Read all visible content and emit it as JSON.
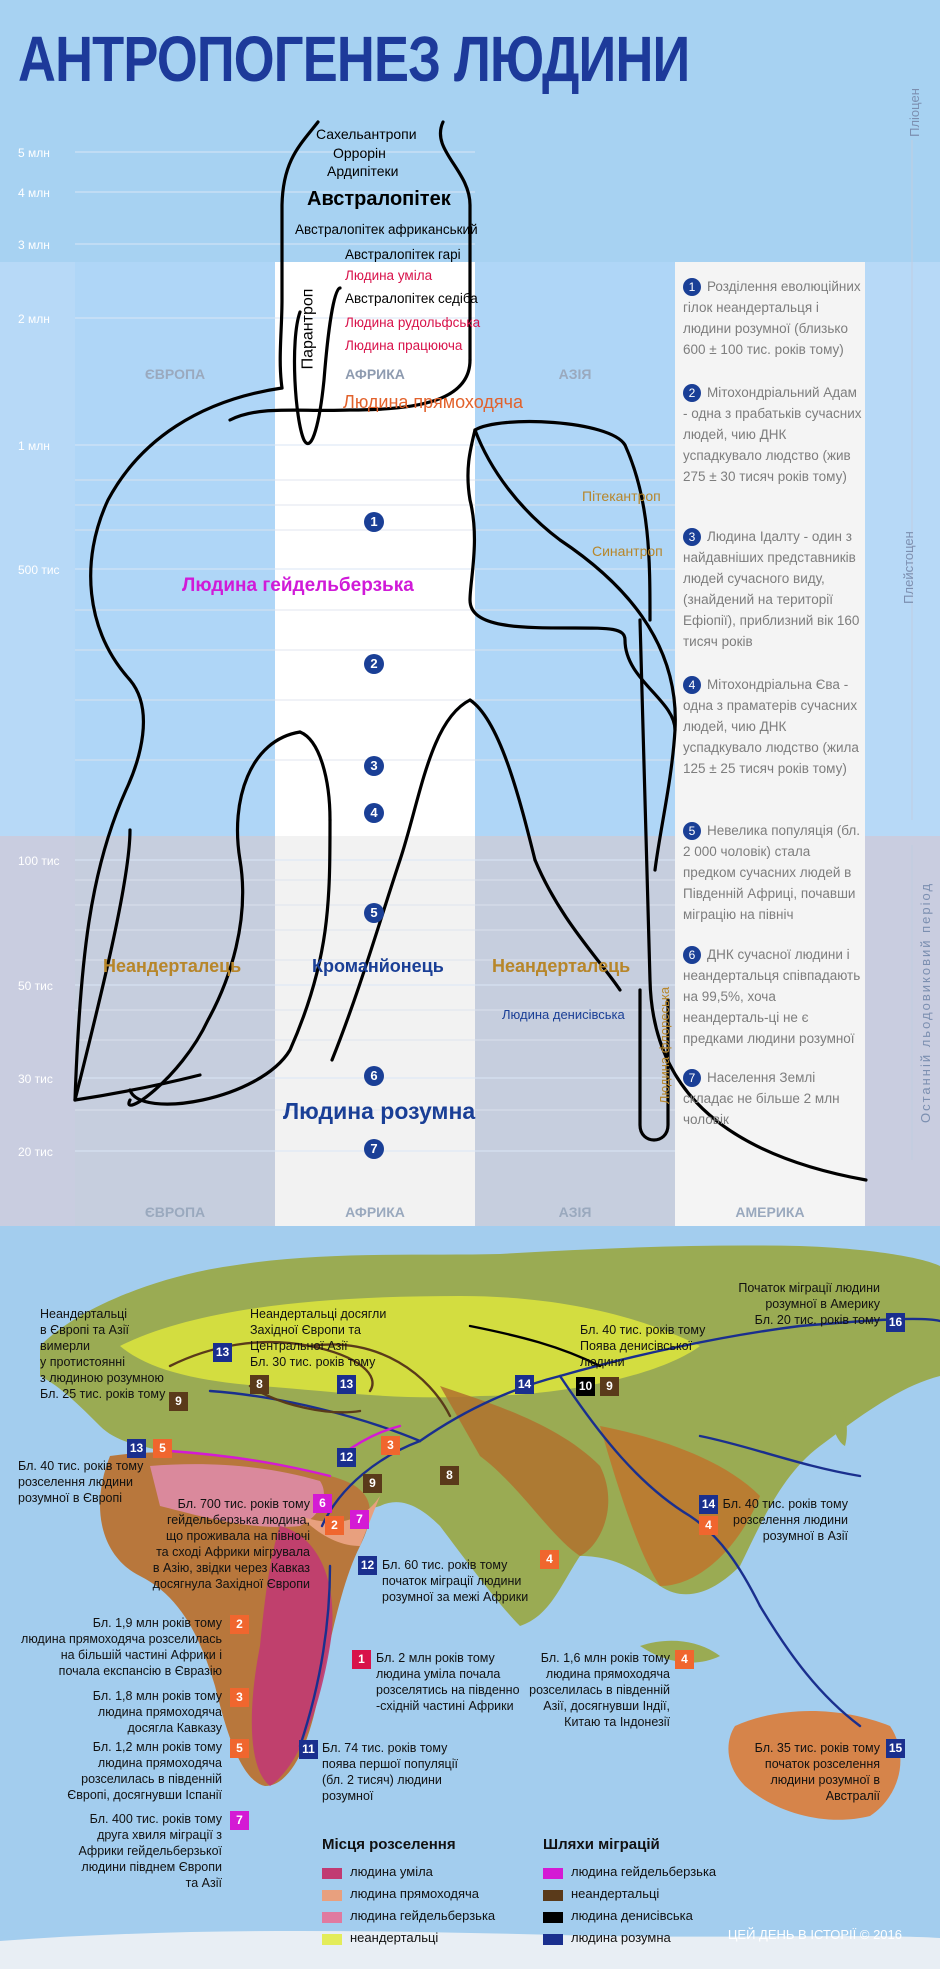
{
  "title": "АНТРОПОГЕНЕЗ ЛЮДИНИ",
  "eras": {
    "pliocene": "Пліоцен",
    "pleistocene": "Плейстоцен",
    "ice_age": "Останній льодовиковий період"
  },
  "timeline_ticks": [
    "5 млн",
    "4 млн",
    "3 млн",
    "2 млн",
    "1 млн",
    "500 тис",
    "100 тис",
    "50 тис",
    "30 тис",
    "20 тис"
  ],
  "regions": {
    "europe": "ЄВРОПА",
    "africa": "АФРИКА",
    "asia": "АЗІЯ",
    "america": "АМЕРИКА"
  },
  "species": {
    "sahelanthropus": "Сахельантропи",
    "orrorin": "Оррорін",
    "ardipithecus": "Ардипітеки",
    "australopithecus": "Австралопітек",
    "au_africanus": "Австралопітек африканський",
    "au_garhi": "Австралопітек гарі",
    "h_habilis": "Людина уміла",
    "au_sediba": "Австралопітек седіба",
    "h_rudolfensis": "Людина рудольфська",
    "h_ergaster": "Людина працююча",
    "paranthropus": "Парантроп",
    "h_erectus": "Людина прямоходяча",
    "pithecanthropus": "Пітекантроп",
    "sinanthropus": "Синантроп",
    "h_heidelbergensis": "Людина гейдельберзька",
    "neanderthal_europe": "Неандерталець",
    "neanderthal_asia": "Неандерталець",
    "cromagnon": "Кроманйонець",
    "denisovan": "Людина денисівська",
    "floresiensis": "Людина флореська",
    "h_sapiens": "Людина розумна"
  },
  "notes": [
    {
      "num": "1",
      "text": "Розділення еволюційних гілок неандертальця і людини розумної (близько 600 ± 100 тис. років тому)"
    },
    {
      "num": "2",
      "text": "Мітохондріальний Адам - одна з прабатьків сучасних людей, чию ДНК успадкувало людство (жив 275 ± 30 тисяч років тому)"
    },
    {
      "num": "3",
      "text": "Людина Ідалту - один з найдавніших представників людей сучасного виду, (знайдений на території Ефіопії), приблизний вік 160 тисяч років"
    },
    {
      "num": "4",
      "text": "Мітохондріальна Єва - одна з праматерів сучасних людей, чию ДНК успадкувало людство (жила 125 ± 25 тисяч років тому)"
    },
    {
      "num": "5",
      "text": "Невелика популяція (бл. 2 000 чоловік) стала предком сучасних людей в Південній Африці, почавши міграцію на північ"
    },
    {
      "num": "6",
      "text": "ДНК сучасної людини і неандертальця співпадають на 99,5%, хоча неандерталь-ці не є предками людини розумної"
    },
    {
      "num": "7",
      "text": "Населення Землі складає не більше 2 млн чоловік"
    }
  ],
  "circle_markers": [
    "1",
    "2",
    "3",
    "4",
    "5",
    "6",
    "7"
  ],
  "map_labels": {
    "l9": "Неандертальці\nв Європі та Азії\nвимерли\nу протистоянні\nз людиною розумною\nБл. 25 тис. років тому",
    "l8": "Неандертальці досягли\nЗахідної Європи та\nЦентральної Азії\nБл. 30 тис. років тому",
    "l10": "Бл. 40 тис. років тому\nПоява денисівської\nлюдини",
    "l16": "Початок міграції людини\nрозумної в Америку\nБл. 20 тис. років тому",
    "l13": "Бл. 40 тис. років тому\nрозселення людини\nрозумної в Європі",
    "l6": "Бл. 700 тис. років тому\nгейдельберзька людина,\nщо проживала на півночі\nта сході Африки мігрувала\nв Азію, звідки через Кавказ\nдосягнула Західної Європи",
    "l12": "Бл. 60 тис. років тому\nпочаток міграції людини\nрозумної за межі Африки",
    "l14": "Бл. 40 тис. років тому\nрозселення людини\nрозумної в Азії",
    "l2": "Бл. 1,9 млн років тому\nлюдина прямоходяча розселилась\nна більшій частині Африки і\nпочала експансію в Євразію",
    "l3": "Бл. 1,8 млн років тому\nлюдина прямоходяча\nдосягла Кавказу",
    "l1": "Бл. 2 млн років тому\nлюдина уміла почала\nрозселятись на південно\n-східній частині Африки",
    "l4": "Бл. 1,6 млн років тому\nлюдина прямоходяча\nрозселилась в південній\nАзії, досягнувши Індії,\nКитаю та Індонезії",
    "l5": "Бл. 1,2 млн років тому\nлюдина прямоходяча\nрозселилась в південній\nЄвропі, досягнувши Іспанії",
    "l11": "Бл. 74 тис. років тому\nпоява першої популяції\n(бл. 2 тисяч) людини\nрозумної",
    "l15": "Бл. 35 тис. років тому\nпочаток розселення\nлюдини розумної в\nАвстралії",
    "l7": "Бл. 400 тис. років тому\nдруга хвиля міграції з\nАфрики гейдельберзької\nлюдини півднем Європи\nта Азії"
  },
  "legend": {
    "settlement_title": "Місця розселення",
    "settlement": [
      {
        "label": "людина уміла",
        "color": "#c13a72"
      },
      {
        "label": "людина прямоходяча",
        "color": "#e8a07e"
      },
      {
        "label": "людина гейдельберзька",
        "color": "#e07aa0"
      },
      {
        "label": "неандертальці",
        "color": "#e3ec5a"
      }
    ],
    "migration_title": "Шляхи міграцій",
    "migration": [
      {
        "label": "людина гейдельберзька",
        "color": "#d41ad4"
      },
      {
        "label": "неандертальці",
        "color": "#5a3a1a"
      },
      {
        "label": "людина денисівська",
        "color": "#000000"
      },
      {
        "label": "людина розумна",
        "color": "#1a2f8e"
      }
    ]
  },
  "credit": "ЦЕЙ ДЕНЬ В ІСТОРІЇ © 2016",
  "colors": {
    "title": "#1d3a9a",
    "habilis": "#d8124a",
    "erectus": "#e2622c",
    "heidel": "#d01ad8",
    "sapiens": "#1a3f96",
    "asia": "#b7862a"
  }
}
